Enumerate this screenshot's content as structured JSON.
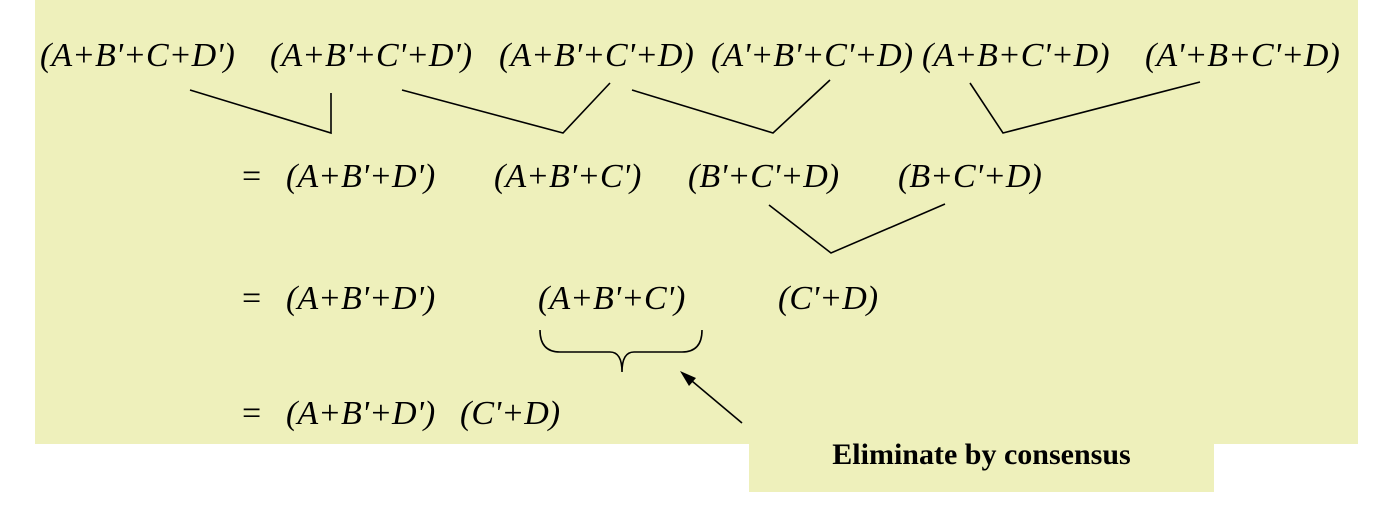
{
  "rows": {
    "row1": {
      "terms": [
        "(A+B'+C+D')",
        "(A+B'+C'+D')",
        "(A+B'+C'+D)",
        "(A'+B'+C'+D)",
        "(A+B+C'+D)",
        "(A'+B+C'+D)"
      ]
    },
    "row2": {
      "equals": "=",
      "terms": [
        "(A+B'+D')",
        "(A+B'+C')",
        "(B'+C'+D)",
        "(B+C'+D)"
      ]
    },
    "row3": {
      "equals": "=",
      "terms": [
        "(A+B'+D')",
        "(A+B'+C')",
        "(C'+D)"
      ]
    },
    "row4": {
      "equals": "=",
      "terms": [
        "(A+B'+D')",
        "(C'+D)"
      ]
    }
  },
  "callout": {
    "label": "Eliminate by consensus"
  },
  "colors": {
    "panel": "#eef0bb",
    "ink": "#000000"
  }
}
